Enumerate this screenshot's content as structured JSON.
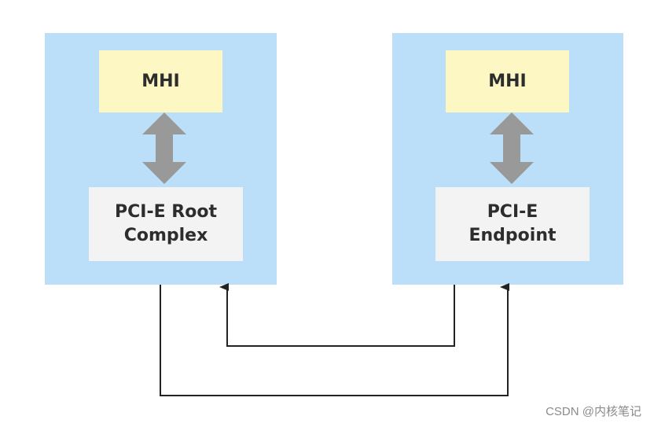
{
  "left_block": {
    "top_label": "MHI",
    "bottom_label_lines": [
      "PCI-E Root",
      "Complex"
    ]
  },
  "right_block": {
    "top_label": "MHI",
    "bottom_label_lines": [
      "PCI-E",
      "Endpoint"
    ]
  },
  "watermark": "CSDN @内核笔记",
  "colors": {
    "panel": "#bcdff9",
    "mhi_box": "#fdf7c3",
    "pci_box": "#f3f3f3",
    "double_arrow": "#999999",
    "connector": "#222222"
  }
}
